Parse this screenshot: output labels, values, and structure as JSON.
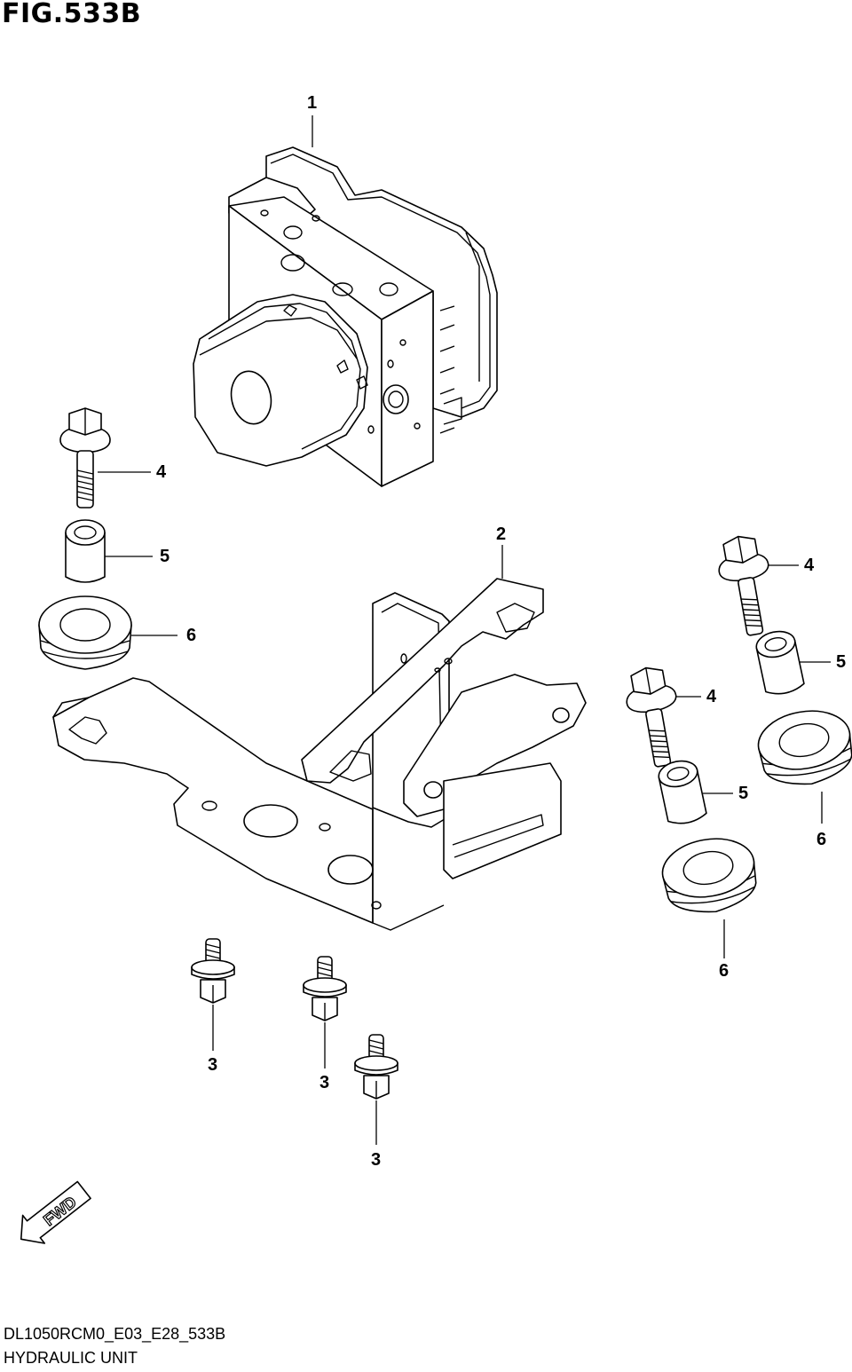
{
  "figure": {
    "title": "FIG.533B",
    "drawing_code": "DL1050RCM0_E03_E28_533B",
    "name": "HYDRAULIC UNIT"
  },
  "callouts": [
    {
      "id": "c1",
      "ref": "1"
    },
    {
      "id": "c2",
      "ref": "2"
    },
    {
      "id": "c3a",
      "ref": "3"
    },
    {
      "id": "c3b",
      "ref": "3"
    },
    {
      "id": "c3c",
      "ref": "3"
    },
    {
      "id": "c4a",
      "ref": "4"
    },
    {
      "id": "c4b",
      "ref": "4"
    },
    {
      "id": "c4c",
      "ref": "4"
    },
    {
      "id": "c5a",
      "ref": "5"
    },
    {
      "id": "c5b",
      "ref": "5"
    },
    {
      "id": "c5c",
      "ref": "5"
    },
    {
      "id": "c6a",
      "ref": "6"
    },
    {
      "id": "c6b",
      "ref": "6"
    },
    {
      "id": "c6c",
      "ref": "6"
    }
  ],
  "fwd_arrow": {
    "label": "FWD"
  }
}
